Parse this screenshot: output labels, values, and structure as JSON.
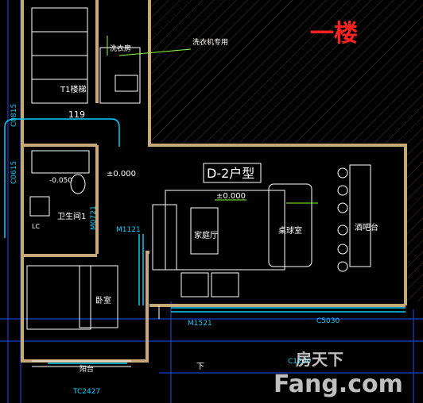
{
  "floor_label": "一楼",
  "unit_type": "D-2户型",
  "rooms": {
    "staircase": "T1楼梯",
    "laundry": "洗衣房",
    "washer_note": "洗衣机专用",
    "bathroom": "卫生间1",
    "living": "家庭厅",
    "billiard": "桌球室",
    "bar": "酒吧台",
    "bedroom": "卧室",
    "balcony": "阳台",
    "down": "下"
  },
  "levels": {
    "stair_level": "119",
    "bath_level": "-0.050",
    "hall_level_1": "±0.000",
    "hall_level_2": "±0.000"
  },
  "codes": {
    "c0815": "C0815",
    "c0615": "C0615",
    "m1121": "M1121",
    "m0721": "M0721",
    "lc": "LC",
    "m1521": "M1521",
    "c5030": "C5030",
    "tc2427": "TC2427",
    "c1200": "C1200"
  },
  "watermark": {
    "cn": "房天下",
    "en": "Fang.com"
  },
  "colors": {
    "wall": "#c8a878",
    "line": "#ffffff",
    "cyan": "#00d0ff",
    "green": "#8cff3c",
    "floor_red": "#ff2020"
  }
}
